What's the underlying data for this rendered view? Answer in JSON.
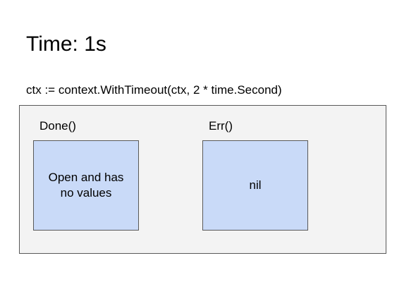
{
  "title": "Time: 1s",
  "code": "ctx := context.WithTimeout(ctx, 2 * time.Second)",
  "panel": {
    "done": {
      "label": "Done()",
      "value": "Open and has no values"
    },
    "err": {
      "label": "Err()",
      "value": "nil"
    }
  },
  "colors": {
    "panel_background": "#f3f3f3",
    "box_fill": "#c9daf8",
    "border": "#595959"
  }
}
